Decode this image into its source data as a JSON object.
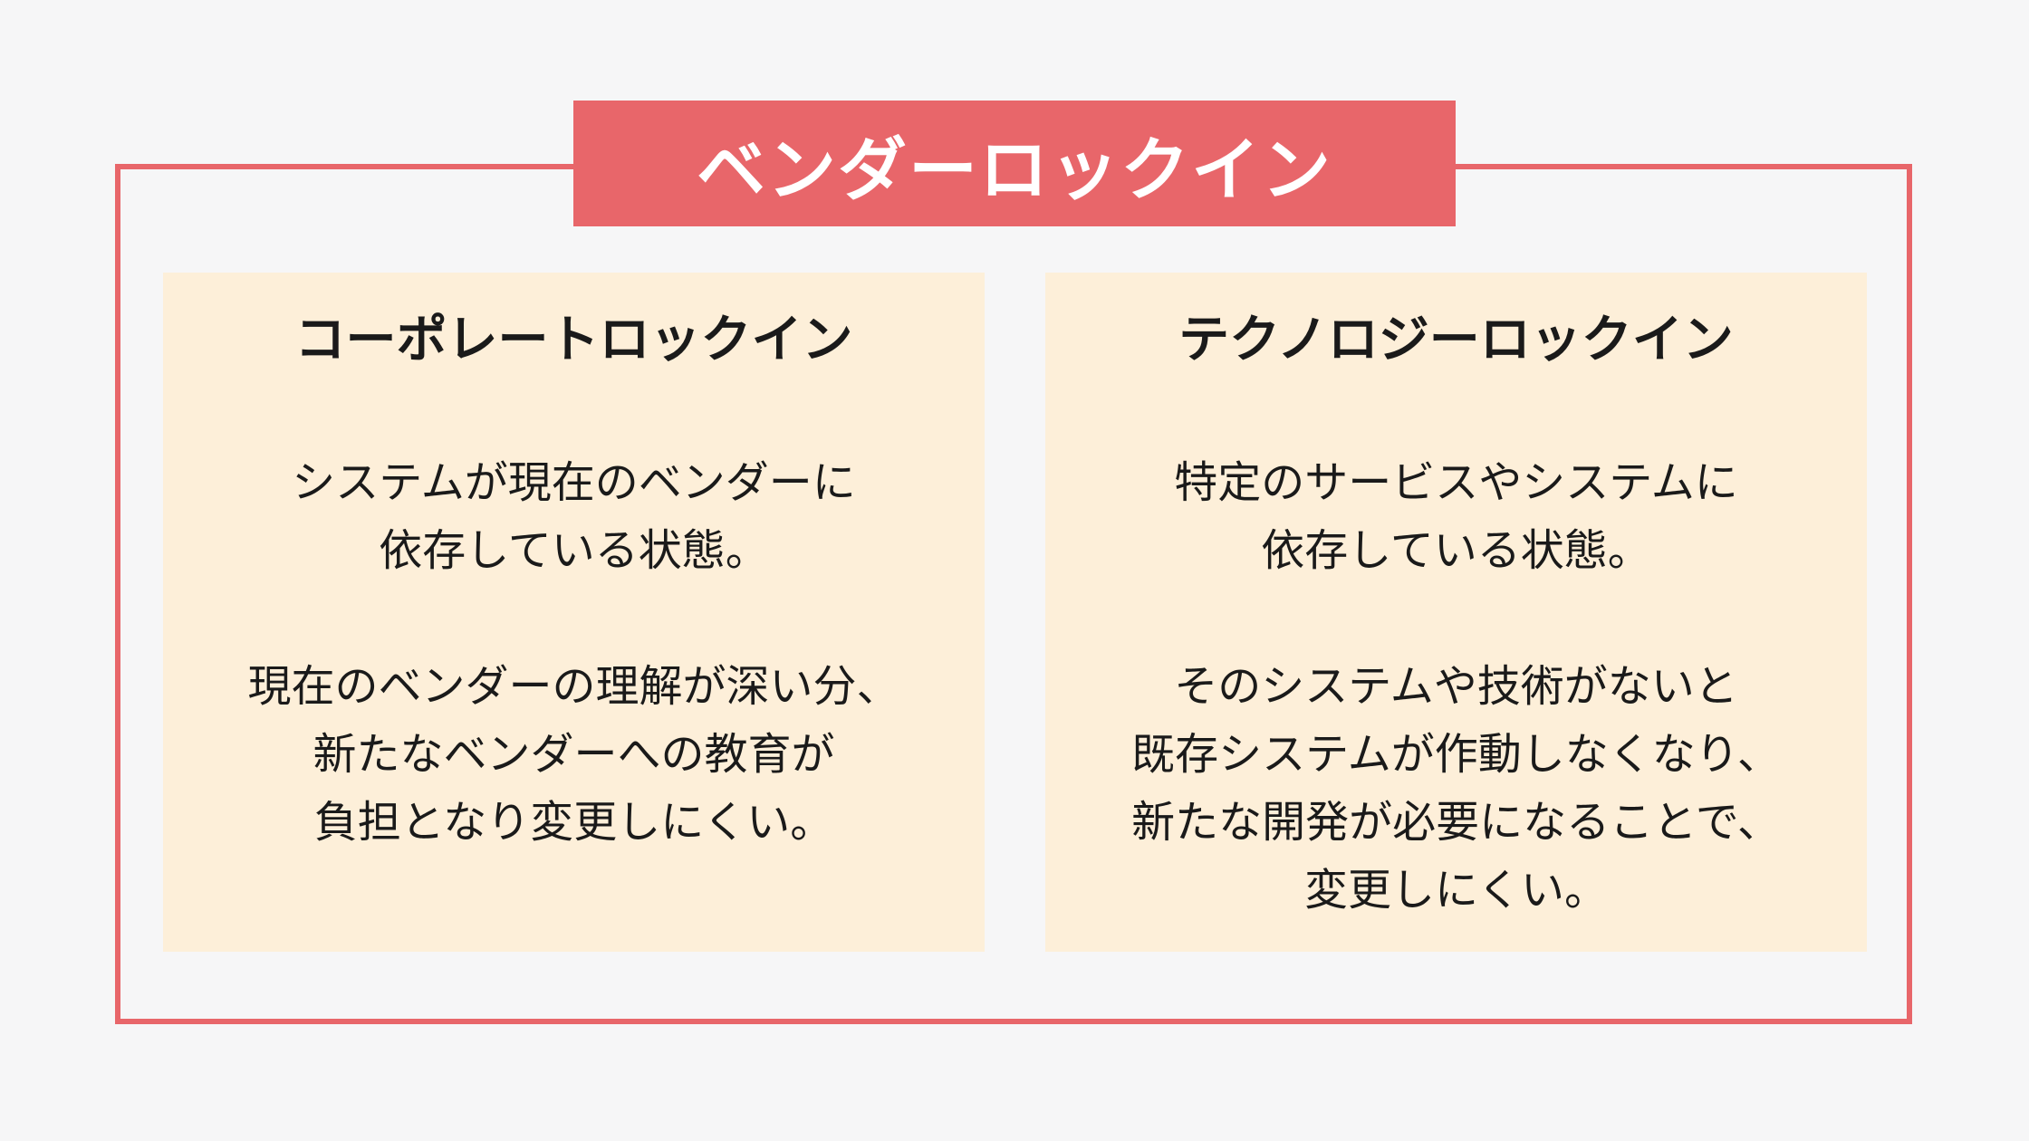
{
  "title": "ベンダーロックイン",
  "colors": {
    "accent": "#e8666a",
    "card_bg": "#fdefd9",
    "page_bg": "#f6f6f7"
  },
  "cards": [
    {
      "heading": "コーポレートロックイン",
      "paragraphs": [
        [
          "システムが現在のベンダーに",
          "依存している状態。"
        ],
        [
          "現在のベンダーの理解が深い分、",
          "新たなベンダーへの教育が",
          "負担となり変更しにくい。"
        ]
      ]
    },
    {
      "heading": "テクノロジーロックイン",
      "paragraphs": [
        [
          "特定のサービスやシステムに",
          "依存している状態。"
        ],
        [
          "そのシステムや技術がないと",
          "既存システムが作動しなくなり、",
          "新たな開発が必要になることで、",
          "変更しにくい。"
        ]
      ]
    }
  ]
}
